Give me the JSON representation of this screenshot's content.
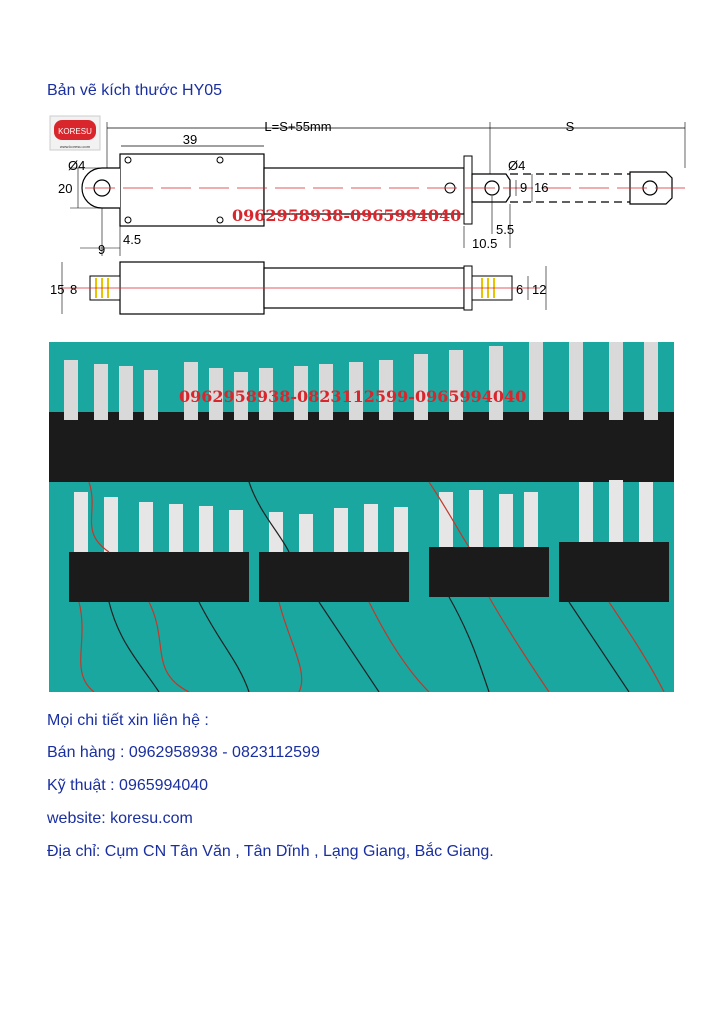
{
  "title": "Bản vẽ kích thước HY05",
  "logo": {
    "name": "KORESU",
    "url": "www.koresu.com"
  },
  "watermark_phone_drawing": "0962958938-0965994040",
  "watermark_phone_photo": "0962958938-0823112599-0965994040",
  "dimensions": {
    "length": "L=S+55mm",
    "stroke": "S",
    "body_len": "39",
    "hole_left": "Ø4",
    "hole_right": "Ø4",
    "height_left": "20",
    "dim_9": "9",
    "dim_4_5": "4.5",
    "dim_9_right": "9",
    "dim_16": "16",
    "dim_5_5": "5.5",
    "dim_10_5": "10.5",
    "dim_15": "15",
    "dim_8": "8",
    "dim_6": "6",
    "dim_12": "12"
  },
  "contact": {
    "intro": "Mọi chi tiết xin liên hệ :",
    "sales": "Bán hàng : 0962958938 - 0823112599",
    "tech": "Kỹ thuật : 0965994040",
    "website": "website: koresu.com",
    "address": "Địa chỉ: Cụm CN Tân Văn , Tân Dĩnh , Lạng Giang, Bắc Giang."
  },
  "colors": {
    "text_blue": "#1a2fa0",
    "watermark_red": "#d9262c",
    "photo_bg": "#1aa7a0"
  }
}
